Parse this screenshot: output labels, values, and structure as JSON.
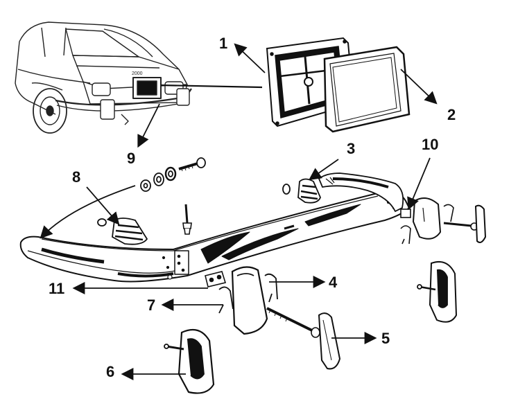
{
  "diagram": {
    "callouts": [
      {
        "id": "1",
        "label": "1"
      },
      {
        "id": "2",
        "label": "2"
      },
      {
        "id": "3",
        "label": "3"
      },
      {
        "id": "4",
        "label": "4"
      },
      {
        "id": "5",
        "label": "5"
      },
      {
        "id": "6",
        "label": "6"
      },
      {
        "id": "7",
        "label": "7"
      },
      {
        "id": "8",
        "label": "8"
      },
      {
        "id": "9",
        "label": "9"
      },
      {
        "id": "10",
        "label": "10"
      },
      {
        "id": "11",
        "label": "11"
      }
    ],
    "car_badge_text": "2000"
  }
}
